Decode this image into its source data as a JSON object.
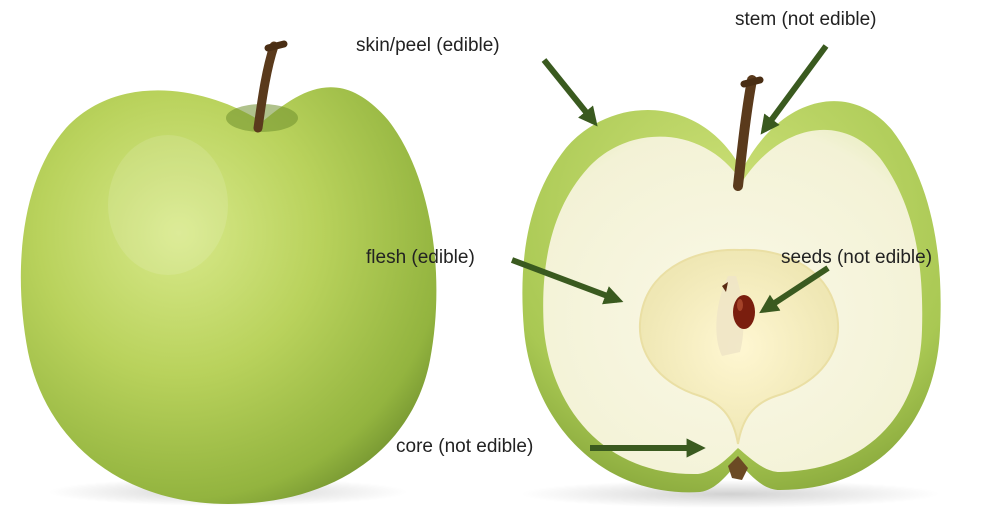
{
  "colors": {
    "arrow": "#3a5a1f",
    "skin_light": "#c7dc6a",
    "skin_dark": "#7ea23a",
    "flesh": "#f6f4dd",
    "stem": "#5a3a1c",
    "seed": "#7a1e0e"
  },
  "images": {
    "whole_apple": "whole green apple",
    "cut_apple": "green apple cut in half"
  },
  "labels": {
    "skin": "skin/peel (edible)",
    "stem": "stem (not edible)",
    "flesh": "flesh (edible)",
    "seeds": "seeds (not edible)",
    "core": "core (not edible)"
  }
}
